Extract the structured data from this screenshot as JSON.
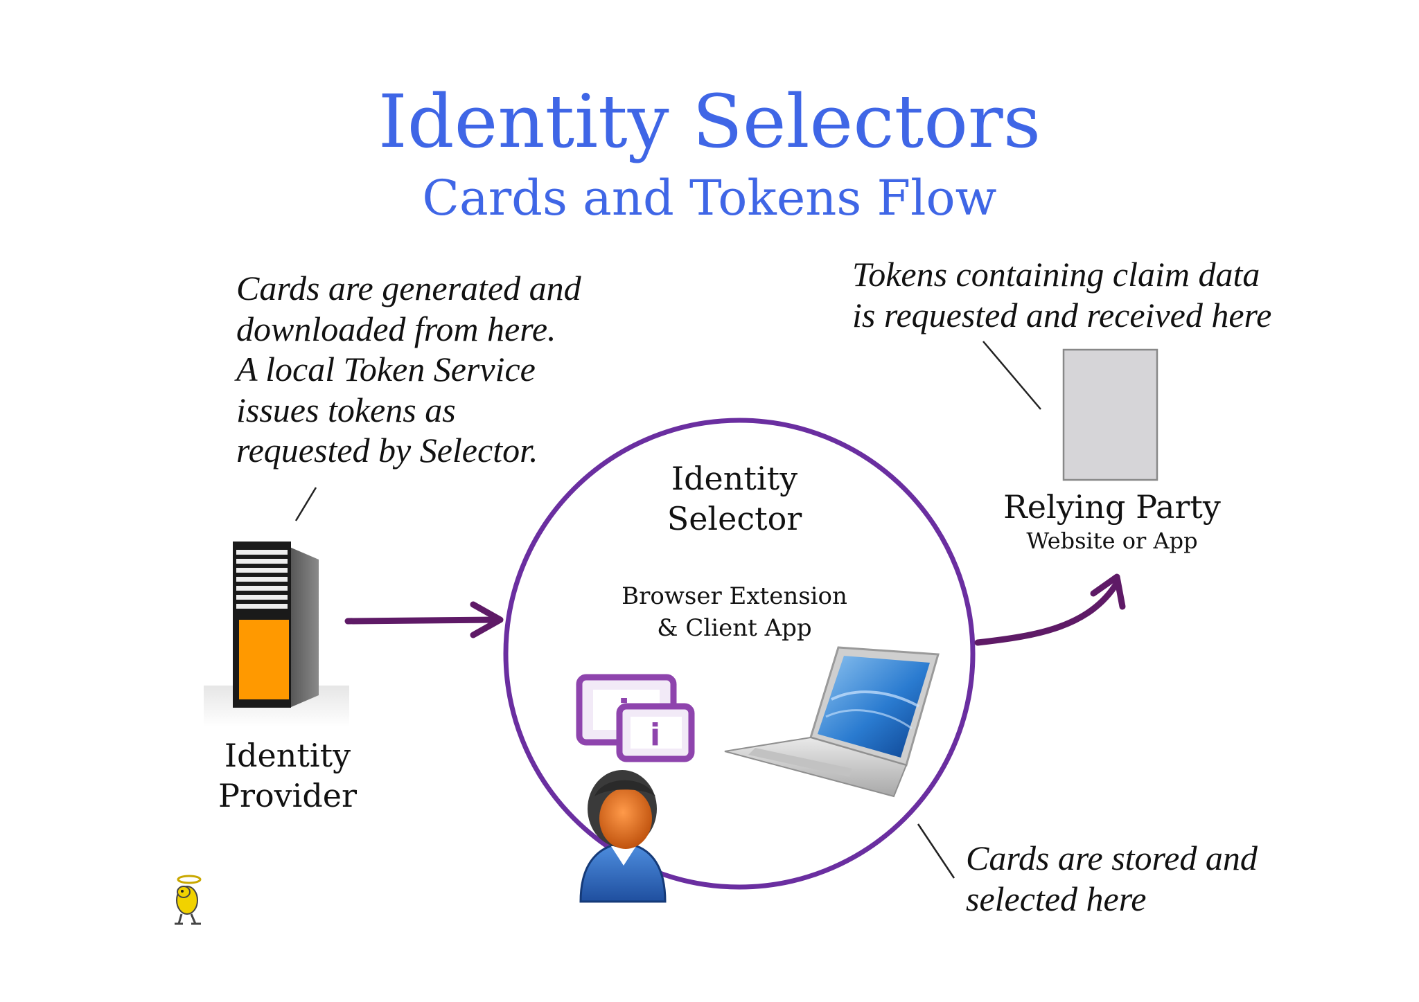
{
  "title": "Identity Selectors",
  "subtitle": "Cards and Tokens Flow",
  "annotations": {
    "provider_note": [
      "Cards are generated and",
      "downloaded from here.",
      "A local Token Service",
      "issues tokens as",
      "requested by Selector."
    ],
    "rp_note": [
      "Tokens containing claim data",
      "is requested and received here"
    ],
    "selector_note": [
      "Cards are stored and",
      "selected here"
    ]
  },
  "nodes": {
    "identity_provider": [
      "Identity",
      "Provider"
    ],
    "identity_selector": [
      "Identity",
      "Selector"
    ],
    "selector_detail": [
      "Browser Extension",
      "& Client App"
    ],
    "relying_party": "Relying Party",
    "relying_party_detail": "Website or App"
  },
  "colors": {
    "title": "#3f66e6",
    "circle": "#6a2ea0",
    "arrow": "#5e1a66",
    "server_panel": "#ff9900",
    "card": "#8e44ad"
  },
  "icons": [
    "server-icon",
    "cards-icon",
    "laptop-icon",
    "user-icon",
    "document-icon",
    "mascot-icon"
  ]
}
